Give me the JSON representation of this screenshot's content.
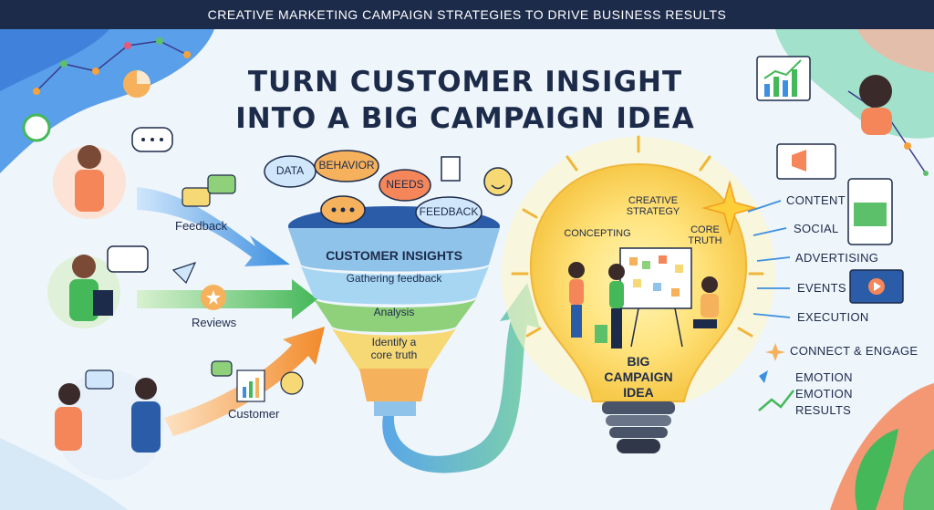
{
  "header": {
    "banner": "CREATIVE MARKETING CAMPAIGN STRATEGIES TO DRIVE BUSINESS RESULTS"
  },
  "title": {
    "line1": "TURN CUSTOMER INSIGHT",
    "line2": "INTO A BIG CAMPAIGN IDEA"
  },
  "sources": {
    "feedback": "Feedback",
    "reviews": "Reviews",
    "customer": "Customer"
  },
  "inputs": {
    "data": "DATA",
    "behavior": "BEHAVIOR",
    "needs": "NEEDS",
    "feedback": "FEEDBACK"
  },
  "funnel": {
    "heading": "CUSTOMER INSIGHTS",
    "stage1": "Gathering feedback",
    "stage2": "Analysis",
    "stage3_line1": "Identify a",
    "stage3_line2": "core truth"
  },
  "bulb": {
    "creative_line1": "CREATIVE",
    "creative_line2": "STRATEGY",
    "concepting": "CONCEPTING",
    "core_line1": "CORE",
    "core_line2": "TRUTH",
    "big_line1": "BIG",
    "big_line2": "CAMPAIGN",
    "big_line3": "IDEA"
  },
  "outputs": {
    "content": "CONTENT",
    "social": "SOCIAL",
    "advertising": "ADVERTISING",
    "events": "EVENTS",
    "execution": "EXECUTION",
    "connect": "CONNECT & ENGAGE",
    "emotion1": "EMOTION",
    "emotion2": "EMOTION",
    "results": "RESULTS"
  },
  "colors": {
    "navy": "#1d2b4a",
    "funnel_blue": "#8fc3ea",
    "funnel_green": "#8fd17a",
    "funnel_yellow": "#f6d874",
    "funnel_orange": "#f6b15c",
    "bulb_glow": "#ffd84a",
    "arrow_blue": "#3d8fe0",
    "arrow_green": "#5cc06a",
    "arrow_orange": "#f49a3a"
  }
}
